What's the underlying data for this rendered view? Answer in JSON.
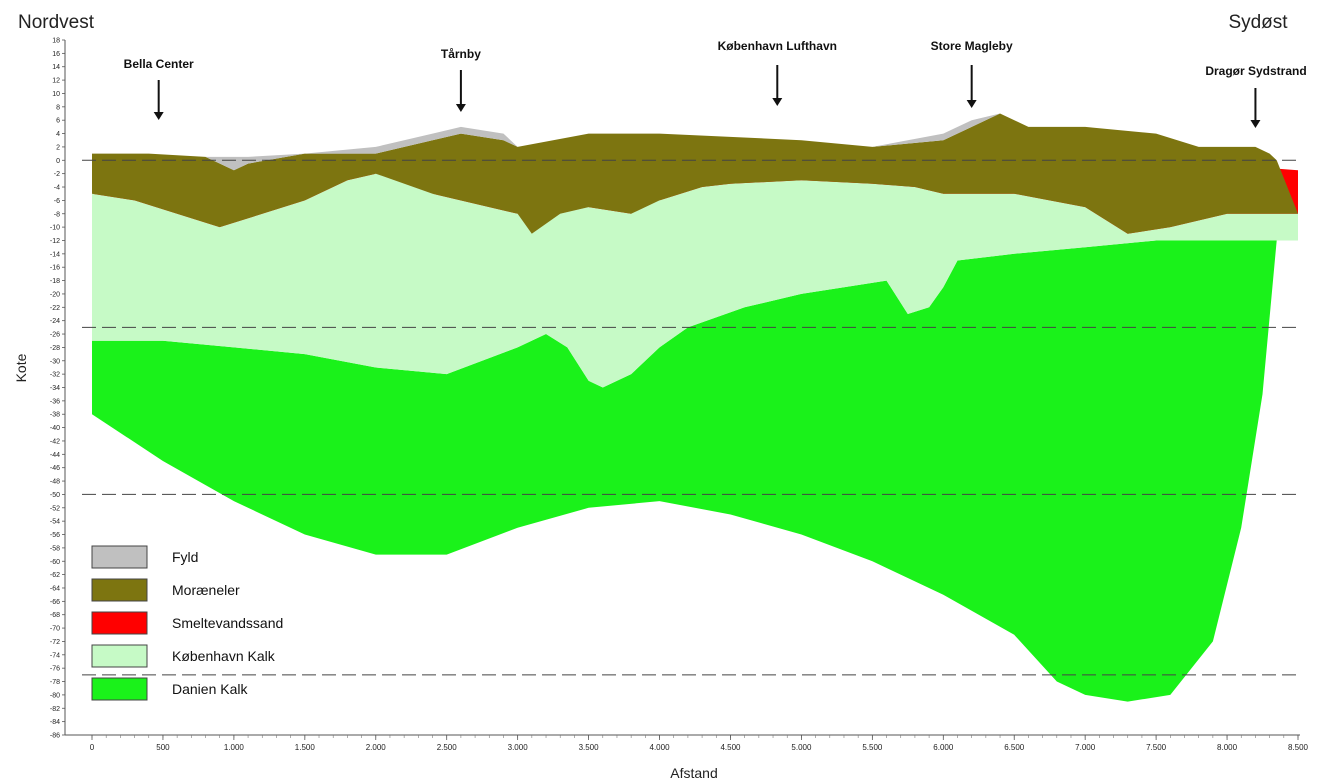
{
  "chart_data": {
    "type": "area",
    "title": "",
    "direction_left": "Nordvest",
    "direction_right": "Sydøst",
    "xlabel": "Afstand",
    "ylabel": "Kote",
    "xlim": [
      0,
      8500
    ],
    "ylim": [
      -86,
      18
    ],
    "x_ticks": [
      0,
      500,
      1000,
      1500,
      2000,
      2500,
      3000,
      3500,
      4000,
      4500,
      5000,
      5500,
      6000,
      6500,
      7000,
      7500,
      8000,
      8500
    ],
    "x_tick_labels": [
      "0",
      "500",
      "1.000",
      "1.500",
      "2.000",
      "2.500",
      "3.000",
      "3.500",
      "4.000",
      "4.500",
      "5.000",
      "5.500",
      "6.000",
      "6.500",
      "7.000",
      "7.500",
      "8.000",
      "8.500"
    ],
    "y_tick_step": 2,
    "reference_lines": [
      0,
      -25,
      -50,
      -77
    ],
    "locations": [
      {
        "name": "Bella Center",
        "x": 470
      },
      {
        "name": "Tårnby",
        "x": 2600
      },
      {
        "name": "København Lufthavn",
        "x": 4830
      },
      {
        "name": "Store Magleby",
        "x": 6200
      },
      {
        "name": "Dragør Sydstrand",
        "x": 8200
      }
    ],
    "layers": [
      {
        "name": "Fyld",
        "color": "#c0c0c0",
        "top": [
          [
            0,
            1
          ],
          [
            400,
            1
          ],
          [
            800,
            0.5
          ],
          [
            1100,
            0.5
          ],
          [
            1500,
            1
          ],
          [
            2000,
            2
          ],
          [
            2400,
            4
          ],
          [
            2600,
            5
          ],
          [
            2900,
            4
          ],
          [
            3000,
            2
          ],
          [
            3500,
            4
          ],
          [
            4000,
            4
          ],
          [
            5000,
            3
          ],
          [
            5500,
            2
          ],
          [
            6000,
            4
          ],
          [
            6200,
            6
          ],
          [
            6400,
            7
          ],
          [
            6600,
            5
          ],
          [
            7000,
            5
          ],
          [
            7500,
            4
          ],
          [
            7800,
            2
          ],
          [
            8000,
            2
          ],
          [
            8200,
            2
          ],
          [
            8300,
            1
          ],
          [
            8350,
            0
          ]
        ],
        "bottom": [
          [
            0,
            1
          ],
          [
            400,
            1
          ],
          [
            800,
            0.5
          ],
          [
            1000,
            -1.5
          ],
          [
            1100,
            -0.5
          ],
          [
            1500,
            1
          ],
          [
            2000,
            1
          ],
          [
            2400,
            3
          ],
          [
            2600,
            4
          ],
          [
            2900,
            3
          ],
          [
            3000,
            2
          ],
          [
            3500,
            4
          ],
          [
            4000,
            4
          ],
          [
            5000,
            3
          ],
          [
            5500,
            2
          ],
          [
            6000,
            3
          ],
          [
            6200,
            5
          ],
          [
            6400,
            7
          ],
          [
            6600,
            5
          ],
          [
            7000,
            5
          ],
          [
            7500,
            4
          ],
          [
            7800,
            2
          ],
          [
            8000,
            2
          ],
          [
            8200,
            2
          ],
          [
            8300,
            1
          ],
          [
            8350,
            0
          ]
        ]
      },
      {
        "name": "Moræneler",
        "color": "#7d7510",
        "top": [
          [
            0,
            1
          ],
          [
            400,
            1
          ],
          [
            800,
            0.5
          ],
          [
            1000,
            -1.5
          ],
          [
            1100,
            -0.5
          ],
          [
            1500,
            1
          ],
          [
            2000,
            1
          ],
          [
            2400,
            3
          ],
          [
            2600,
            4
          ],
          [
            2900,
            3
          ],
          [
            3000,
            2
          ],
          [
            3500,
            4
          ],
          [
            4000,
            4
          ],
          [
            5000,
            3
          ],
          [
            5500,
            2
          ],
          [
            6000,
            3
          ],
          [
            6200,
            5
          ],
          [
            6400,
            7
          ],
          [
            6600,
            5
          ],
          [
            7000,
            5
          ],
          [
            7500,
            4
          ],
          [
            7800,
            2
          ],
          [
            8000,
            2
          ],
          [
            8200,
            2
          ],
          [
            8300,
            1
          ],
          [
            8350,
            0
          ]
        ],
        "bottom": [
          [
            0,
            -5
          ],
          [
            300,
            -6
          ],
          [
            600,
            -8
          ],
          [
            900,
            -10
          ],
          [
            1200,
            -8
          ],
          [
            1500,
            -6
          ],
          [
            1800,
            -3
          ],
          [
            2000,
            -2
          ],
          [
            2400,
            -5
          ],
          [
            2800,
            -7
          ],
          [
            3000,
            -8
          ],
          [
            3100,
            -11
          ],
          [
            3300,
            -8
          ],
          [
            3500,
            -7
          ],
          [
            3800,
            -8
          ],
          [
            4000,
            -6
          ],
          [
            4300,
            -4
          ],
          [
            4500,
            -3.5
          ],
          [
            5000,
            -3
          ],
          [
            5500,
            -3.5
          ],
          [
            5800,
            -4
          ],
          [
            6000,
            -5
          ],
          [
            6500,
            -5
          ],
          [
            7000,
            -7
          ],
          [
            7300,
            -11
          ],
          [
            7600,
            -10
          ],
          [
            8000,
            -8
          ],
          [
            8500,
            -8
          ]
        ]
      },
      {
        "name": "Smeltevandssand",
        "color": "#ff0000",
        "top": [
          [
            0,
            -5
          ],
          [
            300,
            -5.5
          ],
          [
            650,
            -6
          ],
          [
            850,
            -8
          ],
          [
            1100,
            -7
          ],
          [
            1300,
            -5
          ],
          [
            1600,
            -3
          ],
          [
            1800,
            -2
          ],
          [
            2000,
            -2
          ],
          [
            2400,
            -5
          ],
          [
            2800,
            -6.5
          ],
          [
            3000,
            -8
          ],
          [
            3100,
            -11
          ],
          [
            3300,
            -8
          ],
          [
            3500,
            -7
          ],
          [
            3700,
            -4
          ],
          [
            3800,
            -8
          ],
          [
            4000,
            -6
          ],
          [
            4300,
            -2
          ],
          [
            4500,
            -1
          ],
          [
            5000,
            -0.5
          ],
          [
            5500,
            -1
          ],
          [
            5850,
            0
          ],
          [
            6000,
            -1
          ],
          [
            6300,
            -1
          ],
          [
            6800,
            -2
          ],
          [
            7200,
            -4
          ],
          [
            7500,
            -6
          ],
          [
            8000,
            -2
          ],
          [
            8200,
            -1
          ],
          [
            8500,
            -1.5
          ]
        ],
        "bottom": [
          [
            0,
            -5
          ],
          [
            300,
            -6
          ],
          [
            600,
            -8
          ],
          [
            900,
            -10
          ],
          [
            1200,
            -8
          ],
          [
            1500,
            -6
          ],
          [
            1800,
            -3
          ],
          [
            2000,
            -2
          ],
          [
            2400,
            -5
          ],
          [
            2800,
            -7
          ],
          [
            3000,
            -8
          ],
          [
            3100,
            -11
          ],
          [
            3300,
            -8
          ],
          [
            3500,
            -7
          ],
          [
            3800,
            -8
          ],
          [
            4000,
            -6
          ],
          [
            4300,
            -4
          ],
          [
            4500,
            -3.5
          ],
          [
            5000,
            -3
          ],
          [
            5500,
            -3.5
          ],
          [
            5800,
            -4
          ],
          [
            6000,
            -5
          ],
          [
            6500,
            -5
          ],
          [
            7000,
            -7
          ],
          [
            7300,
            -11
          ],
          [
            7600,
            -10
          ],
          [
            8000,
            -8
          ],
          [
            8500,
            -8
          ]
        ]
      },
      {
        "name": "København Kalk",
        "color": "#c6fac6",
        "top": [
          [
            0,
            -5
          ],
          [
            300,
            -6
          ],
          [
            600,
            -8
          ],
          [
            900,
            -10
          ],
          [
            1200,
            -8
          ],
          [
            1500,
            -6
          ],
          [
            1800,
            -3
          ],
          [
            2000,
            -2
          ],
          [
            2400,
            -5
          ],
          [
            2800,
            -7
          ],
          [
            3000,
            -8
          ],
          [
            3100,
            -11
          ],
          [
            3300,
            -8
          ],
          [
            3500,
            -7
          ],
          [
            3800,
            -8
          ],
          [
            4000,
            -6
          ],
          [
            4300,
            -4
          ],
          [
            4500,
            -3.5
          ],
          [
            5000,
            -3
          ],
          [
            5500,
            -3.5
          ],
          [
            5800,
            -4
          ],
          [
            6000,
            -5
          ],
          [
            6500,
            -5
          ],
          [
            7000,
            -7
          ],
          [
            7300,
            -11
          ],
          [
            7600,
            -10
          ],
          [
            8000,
            -8
          ],
          [
            8500,
            -8
          ]
        ],
        "bottom": [
          [
            0,
            -27
          ],
          [
            500,
            -27
          ],
          [
            1000,
            -28
          ],
          [
            1500,
            -29
          ],
          [
            2000,
            -31
          ],
          [
            2500,
            -32
          ],
          [
            3000,
            -28
          ],
          [
            3200,
            -26
          ],
          [
            3350,
            -28
          ],
          [
            3500,
            -33
          ],
          [
            3600,
            -34
          ],
          [
            3800,
            -32
          ],
          [
            4000,
            -28
          ],
          [
            4200,
            -25
          ],
          [
            4600,
            -22
          ],
          [
            5000,
            -20
          ],
          [
            5300,
            -19
          ],
          [
            5600,
            -18
          ],
          [
            5750,
            -23
          ],
          [
            5900,
            -22
          ],
          [
            6000,
            -19
          ],
          [
            6100,
            -15
          ],
          [
            6500,
            -14
          ],
          [
            7000,
            -13
          ],
          [
            7500,
            -12
          ],
          [
            8000,
            -12
          ],
          [
            8500,
            -12
          ]
        ]
      },
      {
        "name": "Danien Kalk",
        "color": "#1af21a",
        "top": [
          [
            0,
            -27
          ],
          [
            500,
            -27
          ],
          [
            1000,
            -28
          ],
          [
            1500,
            -29
          ],
          [
            2000,
            -31
          ],
          [
            2500,
            -32
          ],
          [
            3000,
            -28
          ],
          [
            3200,
            -26
          ],
          [
            3350,
            -28
          ],
          [
            3500,
            -33
          ],
          [
            3600,
            -34
          ],
          [
            3800,
            -32
          ],
          [
            4000,
            -28
          ],
          [
            4200,
            -25
          ],
          [
            4600,
            -22
          ],
          [
            5000,
            -20
          ],
          [
            5300,
            -19
          ],
          [
            5600,
            -18
          ],
          [
            5750,
            -23
          ],
          [
            5900,
            -22
          ],
          [
            6000,
            -19
          ],
          [
            6100,
            -15
          ],
          [
            6500,
            -14
          ],
          [
            7000,
            -13
          ],
          [
            7500,
            -12
          ],
          [
            8000,
            -12
          ],
          [
            8350,
            -12
          ]
        ],
        "bottom": [
          [
            0,
            -38
          ],
          [
            500,
            -45
          ],
          [
            1000,
            -51
          ],
          [
            1500,
            -56
          ],
          [
            2000,
            -59
          ],
          [
            2500,
            -59
          ],
          [
            3000,
            -55
          ],
          [
            3500,
            -52
          ],
          [
            4000,
            -51
          ],
          [
            4500,
            -53
          ],
          [
            5000,
            -56
          ],
          [
            5500,
            -60
          ],
          [
            6000,
            -65
          ],
          [
            6500,
            -71
          ],
          [
            6800,
            -78
          ],
          [
            7000,
            -80
          ],
          [
            7300,
            -81
          ],
          [
            7600,
            -80
          ],
          [
            7900,
            -72
          ],
          [
            8100,
            -55
          ],
          [
            8250,
            -35
          ],
          [
            8350,
            -12
          ]
        ]
      }
    ],
    "legend": [
      {
        "label": "Fyld",
        "color": "#c0c0c0"
      },
      {
        "label": "Moræneler",
        "color": "#7d7510"
      },
      {
        "label": "Smeltevandssand",
        "color": "#ff0000"
      },
      {
        "label": "København Kalk",
        "color": "#c6fac6"
      },
      {
        "label": "Danien Kalk",
        "color": "#1af21a"
      }
    ]
  }
}
